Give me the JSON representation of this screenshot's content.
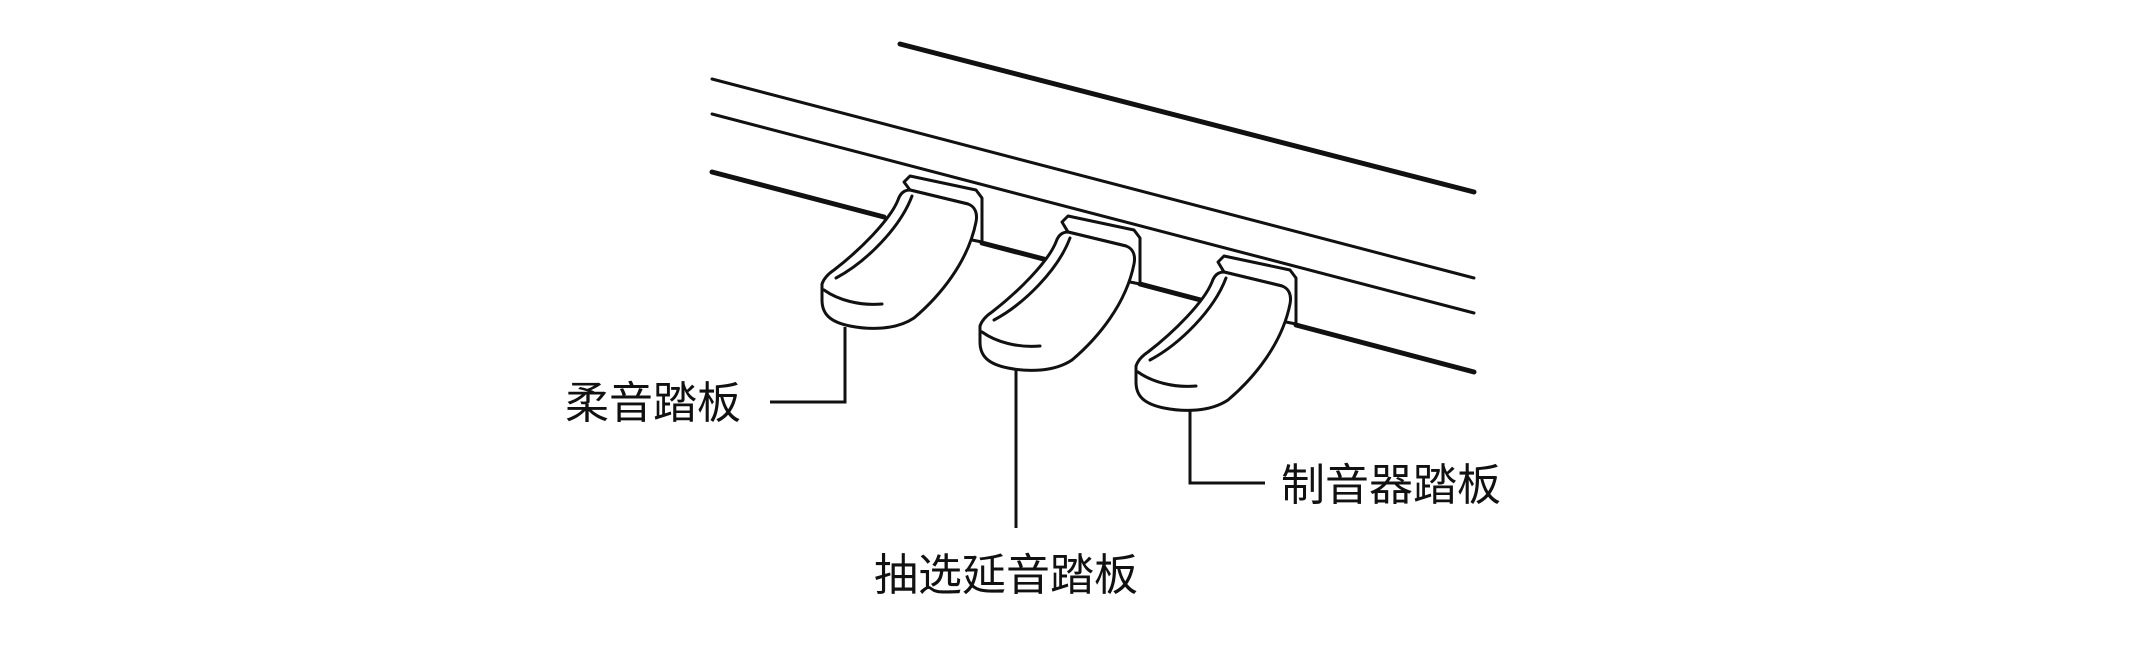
{
  "labels": {
    "left_pedal": "柔音踏板",
    "middle_pedal": "抽选延音踏板",
    "right_pedal": "制音器踏板"
  },
  "colors": {
    "ink": "#111111",
    "background": "#ffffff"
  }
}
